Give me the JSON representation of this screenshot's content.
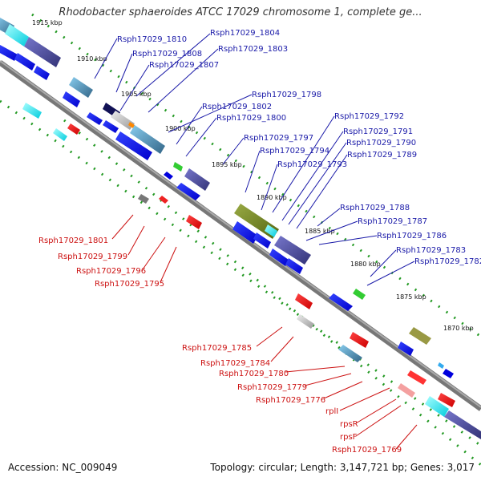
{
  "title": "Rhodobacter sphaeroides ATCC 17029 chromosome 1, complete ge...",
  "footer": {
    "accession": "Accession: NC_009049",
    "summary": "Topology: circular; Length: 3,147,721 bp; Genes: 3,017"
  },
  "ruler_labels": [
    "1915 kbp",
    "1910 kbp",
    "1905 kbp",
    "1900 kbp",
    "1895 kbp",
    "1890 kbp",
    "1885 kbp",
    "1880 kbp",
    "1875 kbp",
    "1870 kbp"
  ],
  "forward_genes": [
    "Rsph17029_1810",
    "Rsph17029_1808",
    "Rsph17029_1807",
    "Rsph17029_1804",
    "Rsph17029_1803",
    "Rsph17029_1798",
    "Rsph17029_1802",
    "Rsph17029_1800",
    "Rsph17029_1797",
    "Rsph17029_1794",
    "Rsph17029_1793",
    "Rsph17029_1792",
    "Rsph17029_1791",
    "Rsph17029_1790",
    "Rsph17029_1789",
    "Rsph17029_1788",
    "Rsph17029_1787",
    "Rsph17029_1786",
    "Rsph17029_1783",
    "Rsph17029_1782"
  ],
  "reverse_genes": [
    "Rsph17029_1801",
    "Rsph17029_1799",
    "Rsph17029_1796",
    "Rsph17029_1795",
    "Rsph17029_1785",
    "Rsph17029_1784",
    "Rsph17029_1780",
    "Rsph17029_1779",
    "Rsph17029_1776",
    "rplI",
    "rpsR",
    "rpsF",
    "Rsph17029_1769"
  ]
}
